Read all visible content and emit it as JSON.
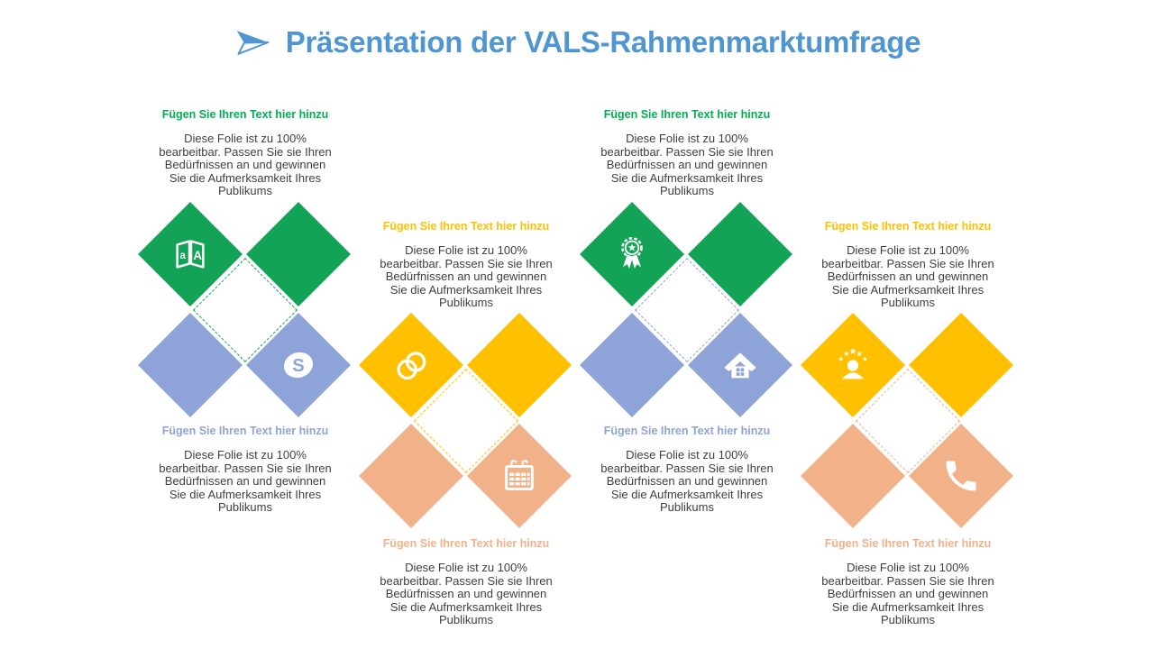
{
  "slide": {
    "title": "Präsentation der VALS-Rahmenmarktumfrage",
    "background": "#FFFFFF",
    "title_bullet_icon": "arrowhead-bullet-icon"
  },
  "placeholder": {
    "heading": "Fügen Sie Ihren Text hier hinzu",
    "body": "Diese Folie ist zu 100%\nbearbeitbar. Passen Sie sie Ihren\nBedürfnissen an und gewinnen\nSie die Aufmerksamkeit Ihres\nPublikums"
  },
  "colors": {
    "title_blue": "#4E95D2",
    "heading_green": "#00B050",
    "heading_blue": "#8EA4D8",
    "heading_yellow": "#FFC000",
    "heading_peach": "#F2B189",
    "diamond_green": "#12A356",
    "diamond_blue": "#8EA4D8",
    "diamond_yellow": "#FFC000",
    "diamond_peach": "#F2B289",
    "body_text": "#3F3F3F"
  },
  "groups": [
    {
      "name": "group-1",
      "top_color": "#12A356",
      "bottom_color": "#8EA4D8",
      "top_icon": "translator-icon",
      "bottom_icon": "skype-icon",
      "center_border_color": "#12A356",
      "top_text_color": "#00B050",
      "bottom_text_color": "#8EA4D8"
    },
    {
      "name": "group-2",
      "top_color": "#FFC000",
      "bottom_color": "#F2B289",
      "top_icon": "wedding-rings-icon",
      "bottom_icon": "calendar-icon",
      "center_border_color": "#FFC000",
      "top_text_color": "#FFC000",
      "bottom_text_color": "#F2B189"
    },
    {
      "name": "group-3",
      "top_color": "#12A356",
      "bottom_color": "#8EA4D8",
      "top_icon": "award-ribbon-icon",
      "bottom_icon": "home-icon",
      "center_border_color": "#8EA4D8",
      "top_text_color": "#00B050",
      "bottom_text_color": "#8EA4D8"
    },
    {
      "name": "group-4",
      "top_color": "#FFC000",
      "bottom_color": "#F2B289",
      "top_icon": "person-stars-icon",
      "bottom_icon": "phone-icon",
      "center_border_color": "#F2B289",
      "top_text_color": "#FFC000",
      "bottom_text_color": "#F2B189"
    }
  ]
}
